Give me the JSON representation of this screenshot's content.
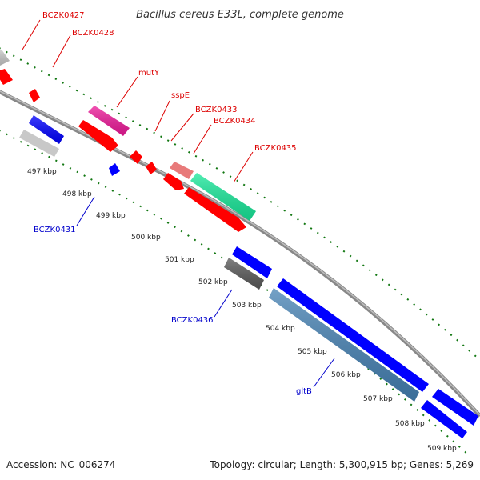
{
  "title": "Bacillus cereus E33L, complete genome",
  "footer": {
    "accession": "Accession: NC_006274",
    "topology": "Topology: circular; Length: 5,300,915 bp; Genes: 5,269"
  },
  "colors": {
    "red": "#ff0000",
    "blue": "#0000ff",
    "magenta": "#ee1a9a",
    "pink": "#e87a7a",
    "teal": "#19e89a",
    "steelblue": "#4682b4",
    "gray": "#8c8c8c",
    "darkgray": "#5a5a5a",
    "lightgray": "#c8c8c8",
    "backbone": "#808080",
    "tick": "#117711",
    "label_red": "#dd0000",
    "label_blue": "#0000cc"
  },
  "kbp_labels": [
    "497 kbp",
    "498 kbp",
    "499 kbp",
    "500 kbp",
    "501 kbp",
    "502 kbp",
    "503 kbp",
    "504 kbp",
    "505 kbp",
    "506 kbp",
    "507 kbp",
    "508 kbp",
    "509 kbp"
  ],
  "gene_labels": [
    {
      "name": "BCZK0427",
      "strand": "+"
    },
    {
      "name": "BCZK0428",
      "strand": "+"
    },
    {
      "name": "mutY",
      "strand": "+"
    },
    {
      "name": "sspE",
      "strand": "+"
    },
    {
      "name": "BCZK0433",
      "strand": "+"
    },
    {
      "name": "BCZK0434",
      "strand": "+"
    },
    {
      "name": "BCZK0435",
      "strand": "+"
    },
    {
      "name": "BCZK0431",
      "strand": "-"
    },
    {
      "name": "BCZK0436",
      "strand": "-"
    },
    {
      "name": "gltB",
      "strand": "-"
    }
  ]
}
